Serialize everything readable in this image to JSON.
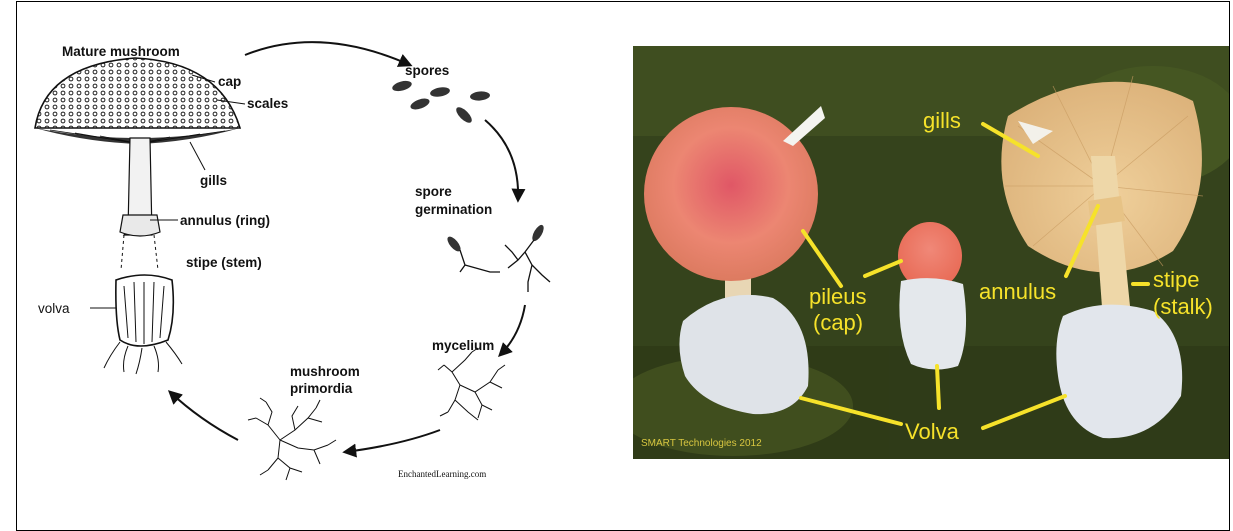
{
  "diagram": {
    "labels": {
      "mature_mushroom": "Mature mushroom",
      "cap": "cap",
      "scales": "scales",
      "gills": "gills",
      "annulus": "annulus (ring)",
      "stipe": "stipe (stem)",
      "volva": "volva",
      "spores": "spores",
      "spore_germination_1": "spore",
      "spore_germination_2": "germination",
      "mycelium": "mycelium",
      "primordia_1": "mushroom",
      "primordia_2": "primordia"
    },
    "credit": "EnchantedLearning.com"
  },
  "photo": {
    "labels": {
      "gills": "gills",
      "pileus_1": "pileus",
      "pileus_2": "(cap)",
      "annulus": "annulus",
      "stipe_1": "stipe",
      "stipe_2": "(stalk)",
      "volva": "Volva"
    },
    "credit": "SMART Technologies 2012",
    "label_color": "#f6e22a"
  }
}
